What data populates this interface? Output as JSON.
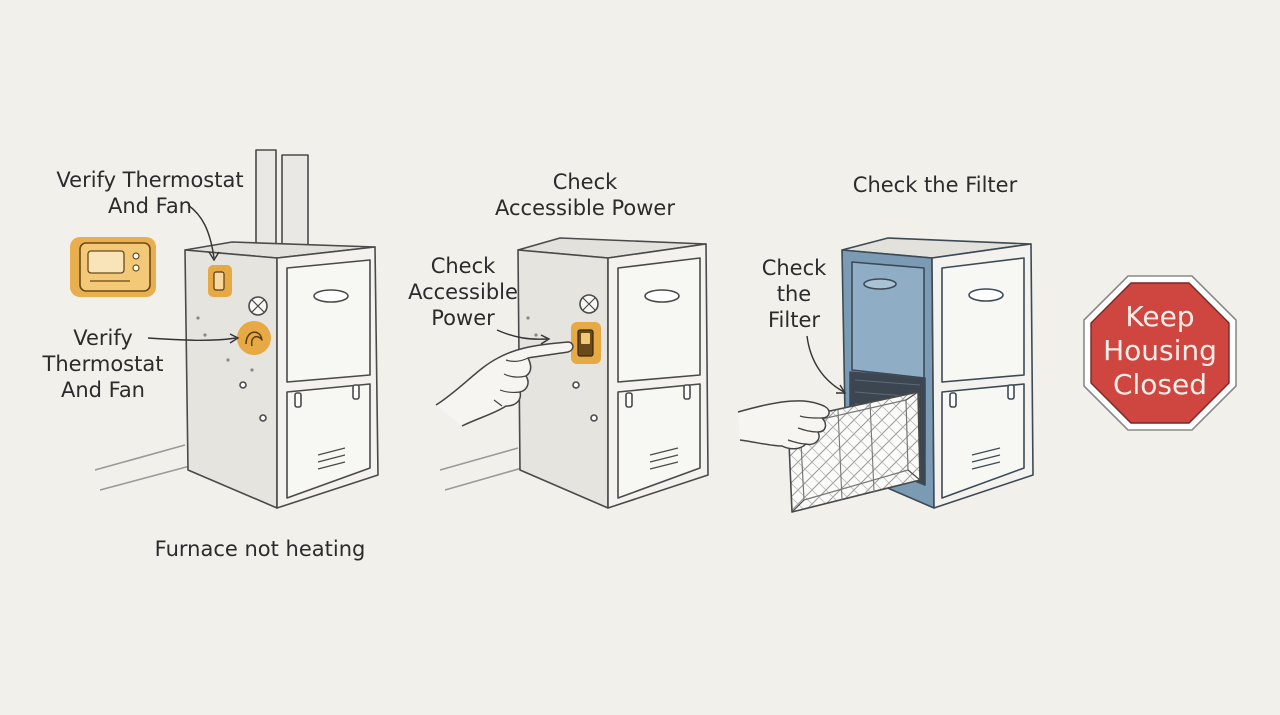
{
  "labels": {
    "thermostat_top": [
      "Verify Thermostat",
      "And Fan"
    ],
    "thermostat_side": [
      "Verify",
      "Thermostat",
      "And Fan"
    ],
    "power_top": [
      "Check",
      "Accessible Power"
    ],
    "power_side": [
      "Check",
      "Accessible",
      "Power"
    ],
    "filter_top": "Check the Filter",
    "filter_side": [
      "Check",
      "the",
      "Filter"
    ],
    "caption": "Furnace not heating"
  },
  "sign": {
    "lines": [
      "Keep",
      "Housing",
      "Closed"
    ]
  },
  "colors": {
    "background": "#f1f0eb",
    "line": "#4a4a4a",
    "highlight_orange": "#e7a233",
    "filter_blue": "#7b9ab3",
    "sign_red": "#cf4540"
  },
  "icons": [
    "thermostat-icon",
    "pointing-hand-icon",
    "filter-hand-icon",
    "stop-sign-icon"
  ]
}
